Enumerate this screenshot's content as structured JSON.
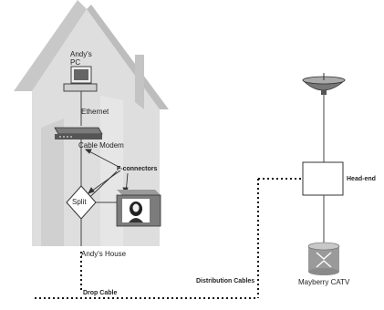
{
  "house": {
    "pc_label_line1": "Andy's",
    "pc_label_line2": "PC",
    "ethernet_label": "Ethernet",
    "cable_modem_label": "Cable Modem",
    "f_connectors_label": "F-connectors",
    "split_label": "Split",
    "house_label": "Andy's House"
  },
  "network": {
    "head_end_label": "Head-end",
    "catv_label": "Mayberry CATV",
    "distribution_cables_label": "Distribution Cables",
    "drop_cable_label": "Drop Cable"
  },
  "colors": {
    "house_wall": "#dcdcdc",
    "house_roof": "#c8c8c8",
    "house_shadow": "#a8a8a8",
    "line": "#333333",
    "dotted_line": "#111111"
  },
  "icons": {
    "pc": "computer-icon",
    "modem": "cable-modem-icon",
    "tv": "television-icon",
    "dish": "satellite-dish-icon",
    "catv": "cable-company-icon"
  }
}
